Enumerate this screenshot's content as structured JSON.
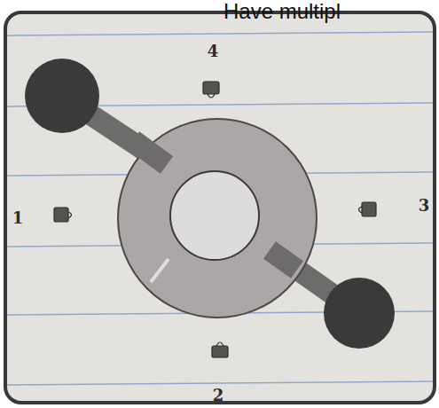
{
  "diagram": {
    "labels": [
      "Have multipl",
      "4",
      "1",
      "3",
      "2"
    ]
  }
}
